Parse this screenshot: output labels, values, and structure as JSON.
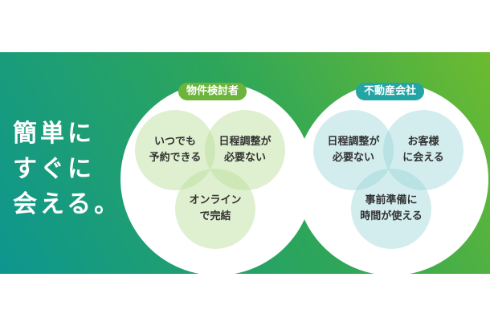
{
  "headline": {
    "line1": "簡単に",
    "line2": "すぐに",
    "line3": "会える。"
  },
  "left_group": {
    "tag": "物件検討者",
    "bubbles": [
      "いつでも\n予約できる",
      "日程調整が\n必要ない",
      "オンライン\nで完結"
    ]
  },
  "right_group": {
    "tag": "不動産会社",
    "bubbles": [
      "日程調整が\n必要ない",
      "お客様\nに会える",
      "事前準備に\n時間が使える"
    ]
  },
  "colors": {
    "gradient_start": "#0d968f",
    "gradient_end": "#6dbb2f",
    "tag_left": "#6db43a",
    "tag_right": "#24a5a5"
  }
}
